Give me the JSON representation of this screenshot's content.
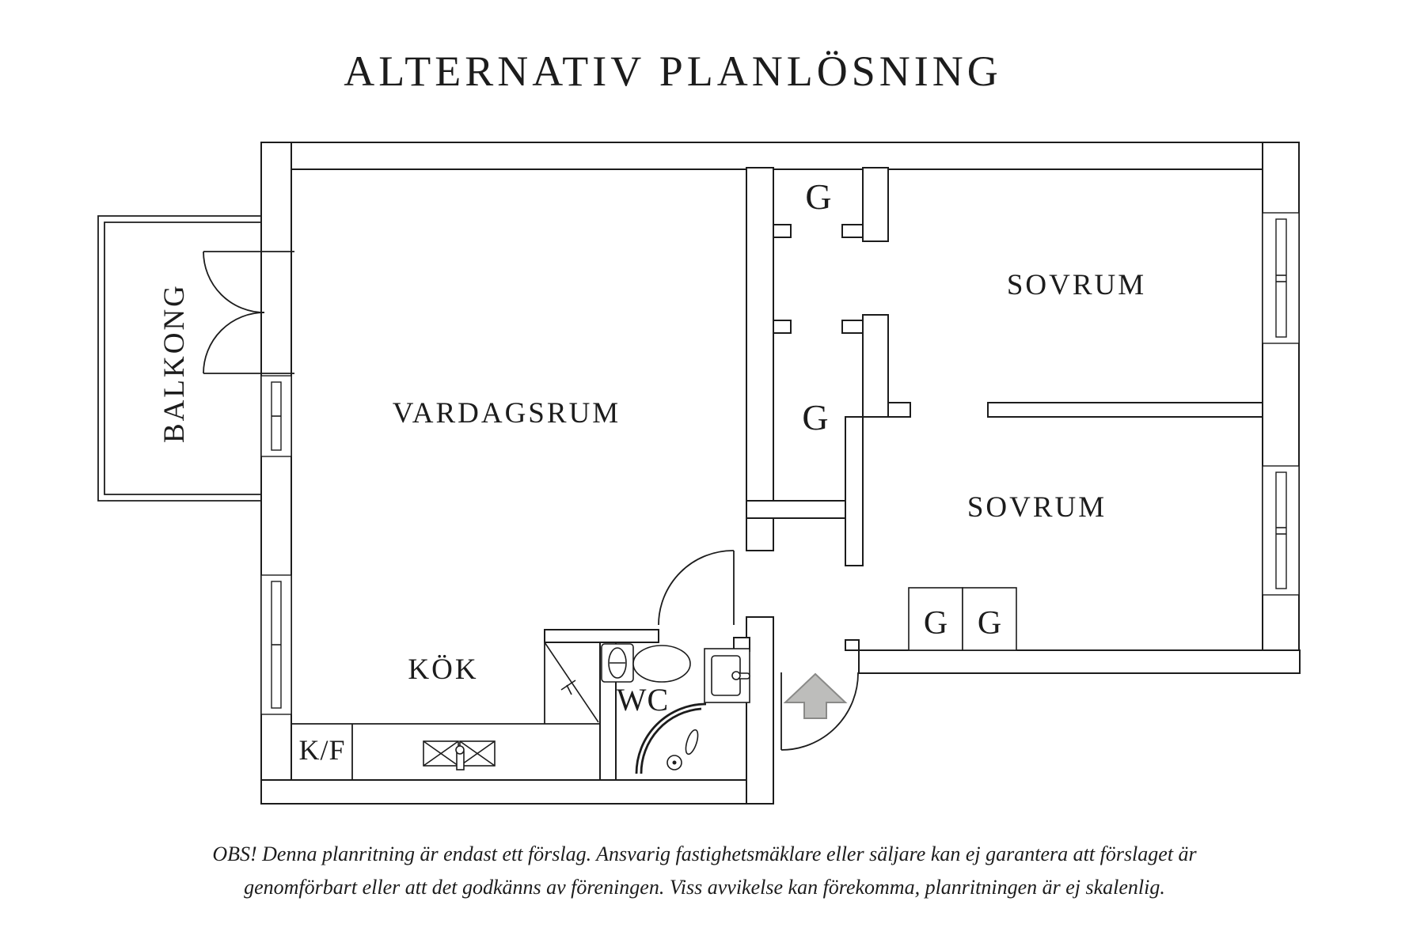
{
  "title": "ALTERNATIV PLANLÖSNING",
  "rooms": {
    "balcony": "BALKONG",
    "living_room": "VARDAGSRUM",
    "kitchen": "KÖK",
    "wc": "WC",
    "bedroom_1": "SOVRUM",
    "bedroom_2": "SOVRUM"
  },
  "closets": {
    "hall_top": "G",
    "hall_mid": "G",
    "bedroom_left": "G",
    "bedroom_right": "G"
  },
  "kitchen_fixtures": {
    "fridge_freezer": "K/F"
  },
  "entrance": {
    "arrow_icon": "entrance-arrow-up"
  },
  "disclaimer": {
    "line1": "OBS! Denna planritning är endast ett förslag. Ansvarig fastighetsmäklare eller säljare kan ej garantera att förslaget är",
    "line2": "genomförbart eller att det godkänns av föreningen. Viss avvikelse kan förekomma, planritningen är ej skalenlig."
  },
  "colors": {
    "line": "#1c1c1c",
    "arrow_fill": "#bdbdbb",
    "arrow_stroke": "#8a8a88",
    "background": "#ffffff"
  }
}
